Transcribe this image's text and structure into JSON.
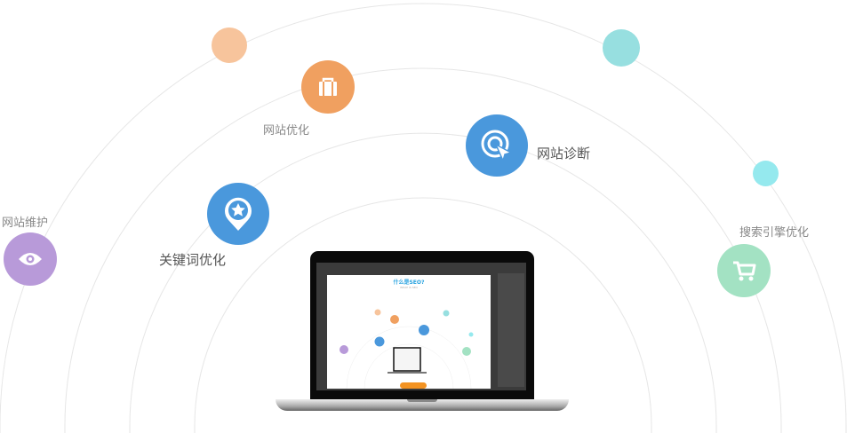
{
  "features": [
    {
      "label": "网站优化",
      "icon": "briefcase-icon",
      "color": "#f0a060"
    },
    {
      "label": "网站诊断",
      "icon": "target-cursor-icon",
      "color": "#4a98dc"
    },
    {
      "label": "关键词优化",
      "icon": "location-star-icon",
      "color": "#4a98dc"
    },
    {
      "label": "网站维护",
      "icon": "eye-icon",
      "color": "#b89ad9"
    },
    {
      "label": "搜索引擎优化",
      "icon": "cart-icon",
      "color": "#a3e2c3"
    }
  ],
  "decor_colors": {
    "peach": "#f7c49c",
    "teal": "#97dfe0",
    "cyan": "#95e9ee"
  },
  "screen": {
    "title": "什么是SEO?",
    "subtitle": "WHAT IS SEO"
  }
}
